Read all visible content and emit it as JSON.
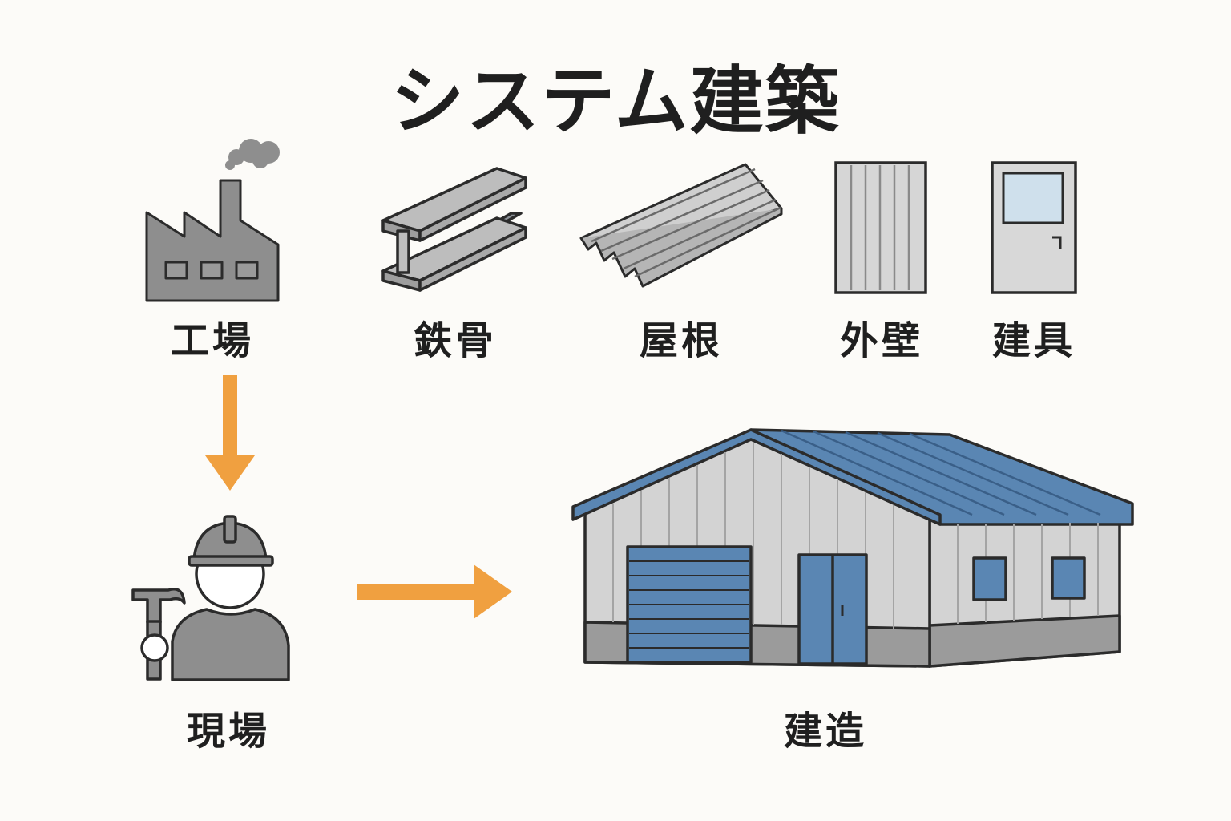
{
  "title": "システム建築",
  "nodes": {
    "factory": {
      "label": "工場",
      "icon": "factory-icon"
    },
    "steel_frame": {
      "label": "鉄骨",
      "icon": "steel-beam-icon"
    },
    "roof": {
      "label": "屋根",
      "icon": "corrugated-roof-panel-icon"
    },
    "exterior_wall": {
      "label": "外壁",
      "icon": "wall-panel-icon"
    },
    "fittings": {
      "label": "建具",
      "icon": "door-icon"
    },
    "site": {
      "label": "現場",
      "icon": "construction-worker-icon"
    },
    "construction": {
      "label": "建造",
      "icon": "warehouse-building-icon"
    }
  },
  "edges": [
    {
      "from": "factory",
      "to": "site",
      "direction": "down"
    },
    {
      "from": "site",
      "to": "construction",
      "direction": "right"
    }
  ],
  "colors": {
    "background": "#fcfbf8",
    "icon_gray": "#8e8e8e",
    "outline": "#2b2b2b",
    "arrow": "#f0a040",
    "roof_blue": "#5a86b3",
    "wall_light": "#d3d3d3"
  }
}
